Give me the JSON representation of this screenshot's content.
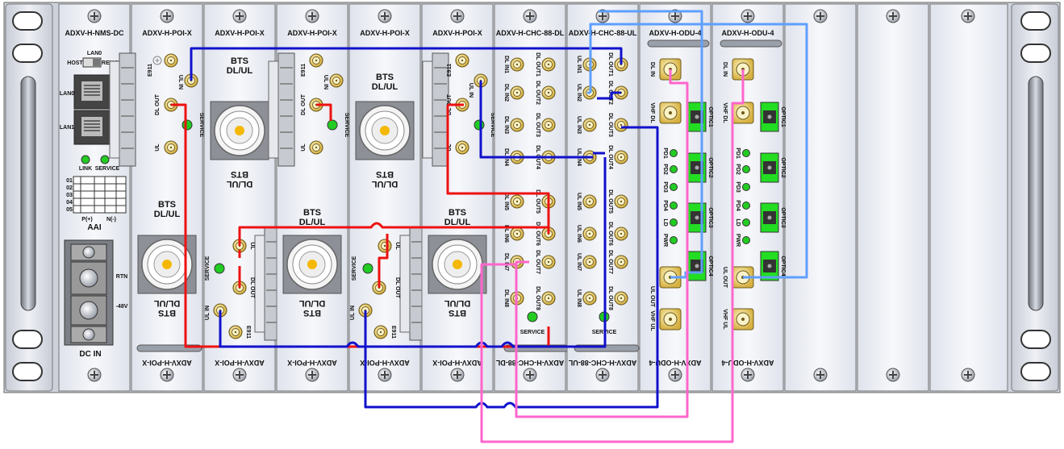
{
  "colors": {
    "panel": "#f3f5fa",
    "panel_edge": "#8a8f99",
    "frame": "#d9dde6",
    "red_cable": "#ee1111",
    "blue_cable": "#1111cc",
    "lightblue_cable": "#5f9fff",
    "pink_cable": "#ff66cc",
    "led_green": "#22cc22",
    "optic_green": "#22dd22",
    "connector_gold": "#e8c65a"
  },
  "nms": {
    "title": "ADXV-H-NMS-DC",
    "lan0_header": "LAN0",
    "host": "HOST",
    "remote": "REMOTE",
    "lan0": "LAN0",
    "lan1": "LAN1",
    "link": "LINK",
    "service": "SERVICE",
    "aai_rows": [
      "01",
      "02",
      "03",
      "04",
      "05"
    ],
    "p_plus": "P(+)",
    "n_minus": "N(-)",
    "aai": "AAI",
    "rtn": "RTN",
    "minus48": "-48V",
    "dc_in": "DC IN"
  },
  "poi_top": {
    "title": "ADXV-H-POI-X",
    "e911": "E911",
    "ul_in": "UL IN",
    "dl_out": "DL OUT",
    "service": "SERVICE",
    "ul": "UL",
    "bts": "BTS",
    "dl_ul": "DL/UL",
    "bottom_title": "ADXV-H-POI-X"
  },
  "poi_flipped": {
    "title": "ADXV-H-POI-X",
    "bts": "BTS",
    "dl_ul": "DL/UL",
    "ul": "UL",
    "dl_out": "DL OUT",
    "service": "SERVICE",
    "ul_in": "UL IN",
    "e911": "E911"
  },
  "chc_dl": {
    "title": "ADXV-H-CHC-88-DL",
    "in_labels": [
      "DL IN1",
      "DL IN2",
      "DL IN3",
      "DL IN4",
      "DL IN5",
      "DL IN6",
      "DL IN7",
      "DL IN8"
    ],
    "out_labels": [
      "DL OUT1",
      "DL OUT2",
      "DL OUT3",
      "DL OUT4",
      "DL OUT5",
      "DL OUT6",
      "DL OUT7",
      "DL OUT8"
    ],
    "service": "SERVICE",
    "bottom_title": "ADXV-H-CHC-88-DL"
  },
  "chc_ul": {
    "title": "ADXV-H-CHC-88-UL",
    "in_labels": [
      "UL IN1",
      "UL IN2",
      "UL IN3",
      "UL IN4",
      "UL IN5",
      "UL IN6",
      "UL IN7",
      "UL IN8"
    ],
    "out_labels": [
      "DL OUT1",
      "DL OUT2",
      "DL OUT3",
      "DL OUT4",
      "DL OUT5",
      "DL OUT6",
      "DL OUT7",
      "DL OUT8"
    ],
    "service": "SERVICE",
    "bottom_title": "ADXV-H-CHC-88-UL"
  },
  "odu": {
    "title": "ADXV-H-ODU-4",
    "dl_in": "DL IN",
    "vhf_dl": "VHF DL",
    "optics": [
      "OPTIC1",
      "OPTIC2",
      "OPTIC3",
      "OPTIC4"
    ],
    "leds": [
      "PD1",
      "PD2",
      "PD3",
      "PD4",
      "LD",
      "PWR"
    ],
    "ul_out": "UL OUT",
    "vhf_ul": "VHF UL",
    "bottom_title": "ADXV-H-ODU-4"
  }
}
